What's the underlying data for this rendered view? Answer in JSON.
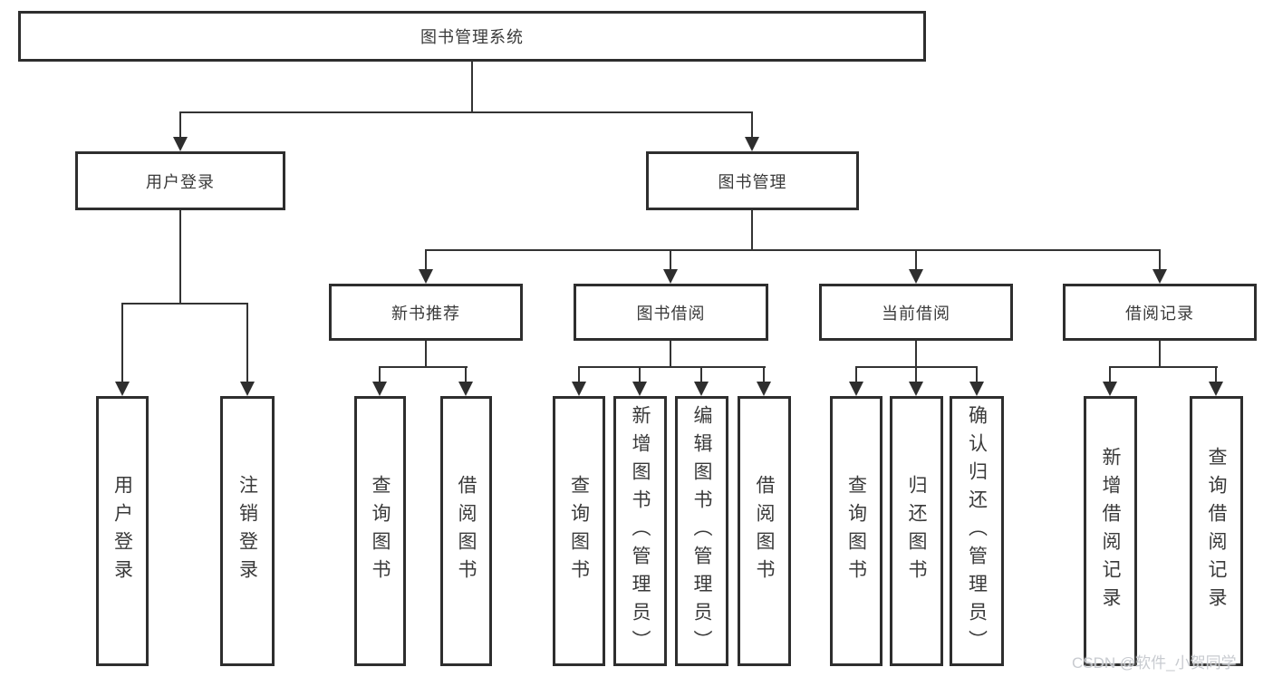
{
  "tree": {
    "label": "图书管理系统",
    "children": [
      {
        "label": "用户登录",
        "children": [
          {
            "label": "用户登录"
          },
          {
            "label": "注销登录"
          }
        ]
      },
      {
        "label": "图书管理",
        "children": [
          {
            "label": "新书推荐",
            "children": [
              {
                "label": "查询图书"
              },
              {
                "label": "借阅图书"
              }
            ]
          },
          {
            "label": "图书借阅",
            "children": [
              {
                "label": "查询图书"
              },
              {
                "label": "新增图书（管理员）"
              },
              {
                "label": "编辑图书（管理员）"
              },
              {
                "label": "借阅图书"
              }
            ]
          },
          {
            "label": "当前借阅",
            "children": [
              {
                "label": "查询图书"
              },
              {
                "label": "归还图书"
              },
              {
                "label": "确认归还（管理员）"
              }
            ]
          },
          {
            "label": "借阅记录",
            "children": [
              {
                "label": "新增借阅记录"
              },
              {
                "label": "查询借阅记录"
              }
            ]
          }
        ]
      }
    ]
  },
  "watermark": "CSDN @软件_小贺同学",
  "colors": {
    "line": "#333333",
    "border": "#2e2e2e",
    "text": "#3a3a3a",
    "watermark": "#c5c8ce",
    "background": "#ffffff"
  }
}
